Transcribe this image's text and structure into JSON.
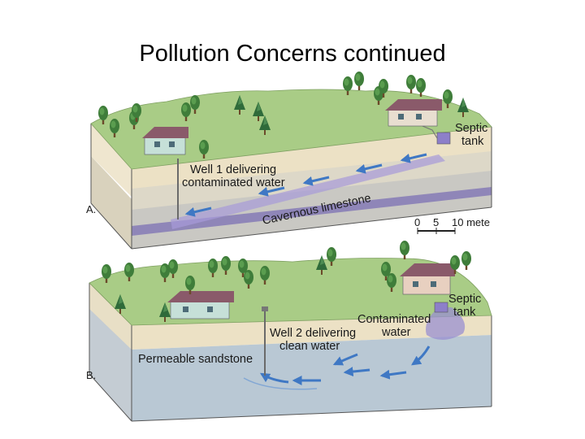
{
  "slide": {
    "title": "Pollution Concerns continued"
  },
  "panel_a": {
    "letter": "A.",
    "septic_label": [
      "Septic",
      "tank"
    ],
    "well_label": [
      "Well 1 delivering",
      "contaminated water"
    ],
    "layer_label": "Cavernous limestone"
  },
  "scale_bar": {
    "ticks": [
      "0",
      "5",
      "10 mete"
    ]
  },
  "panel_b": {
    "letter": "B.",
    "septic_label": [
      "Septic",
      "tank"
    ],
    "contaminated_label": [
      "Contaminated",
      "water"
    ],
    "well_label": [
      "Well 2 delivering",
      "clean water"
    ],
    "layer_label": "Permeable sandstone"
  },
  "colors": {
    "grass": "#a9cc86",
    "soil": "#efe6cf",
    "limestone": "#c9c8c3",
    "sandstone": "#b9c8d4",
    "flow_arrow": "#3f78c4",
    "contamination": "#9a8fd0"
  }
}
